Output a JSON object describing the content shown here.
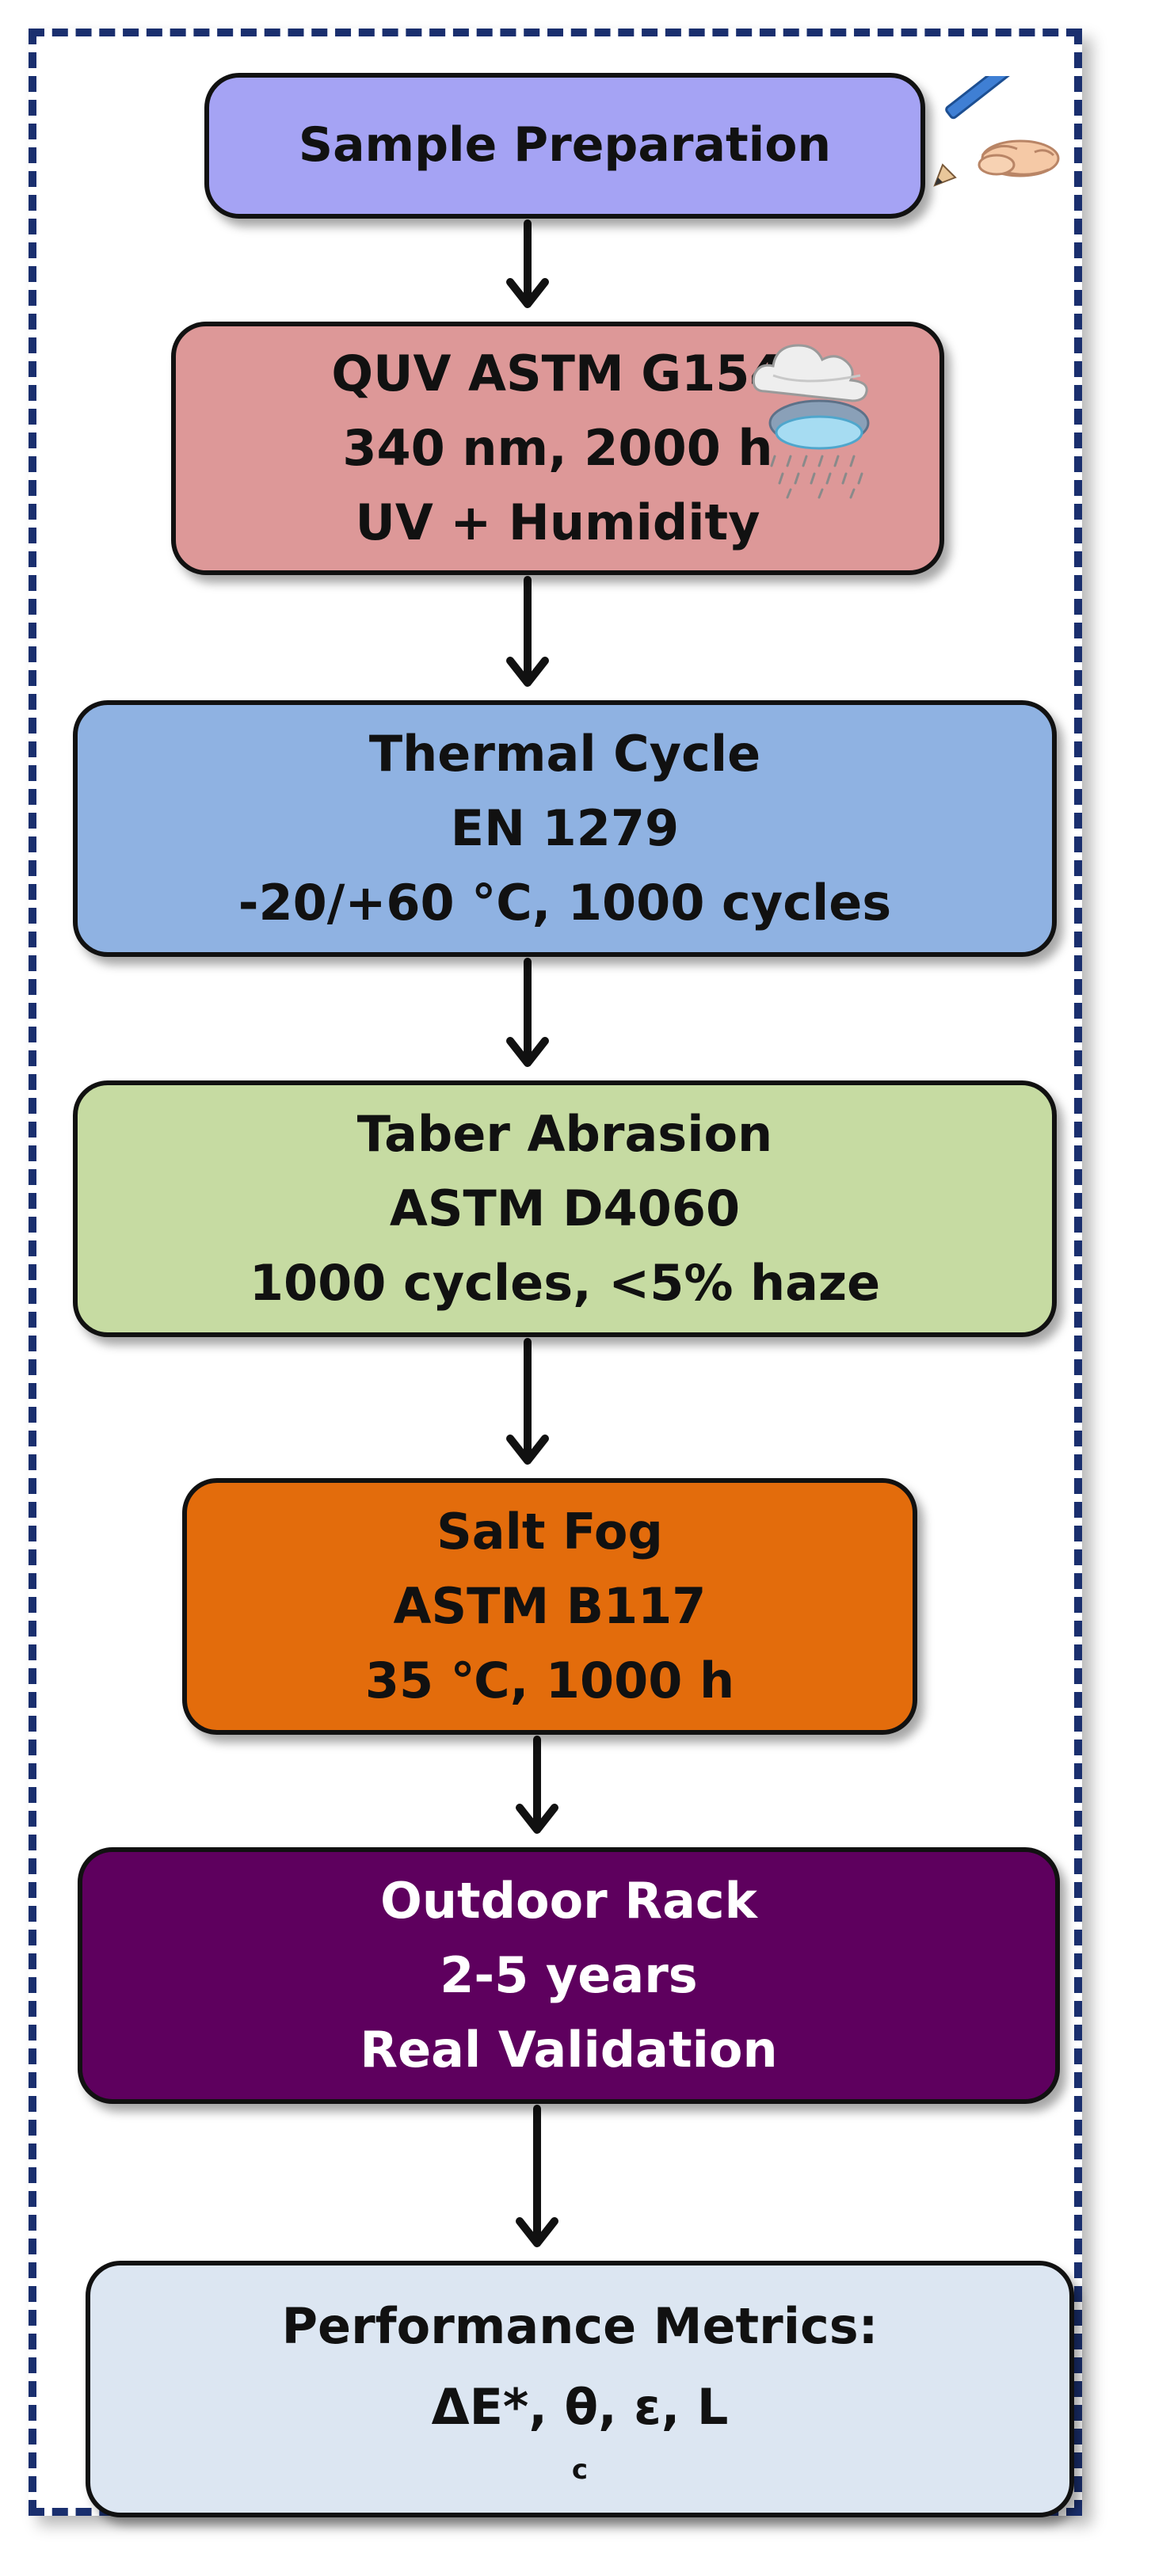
{
  "steps": [
    {
      "lines": [
        "Sample Preparation"
      ],
      "color": "#a5a3f4"
    },
    {
      "lines": [
        "QUV ASTM G154",
        "340 nm, 2000 h",
        "UV + Humidity"
      ],
      "color": "#dd9898"
    },
    {
      "lines": [
        "Thermal Cycle",
        "EN 1279",
        "-20/+60 °C, 1000 cycles"
      ],
      "color": "#8fb2e2"
    },
    {
      "lines": [
        "Taber Abrasion",
        "ASTM D4060",
        "1000 cycles, <5% haze"
      ],
      "color": "#c6dba2"
    },
    {
      "lines": [
        "Salt Fog",
        "ASTM B117",
        "35 ℃, 1000 h"
      ],
      "color": "#e36c0c"
    },
    {
      "lines": [
        "Outdoor Rack",
        "2-5 years",
        "Real Validation"
      ],
      "color": "#5e005e"
    },
    {
      "lines": [
        "Performance Metrics:",
        "ΔE*, θ, ε, L"
      ],
      "subscript": "c",
      "color": "#dce6f2"
    }
  ],
  "icons": [
    "hand-writing-pencil-icon",
    "cloud-icon",
    "rain-cloud-icon"
  ]
}
